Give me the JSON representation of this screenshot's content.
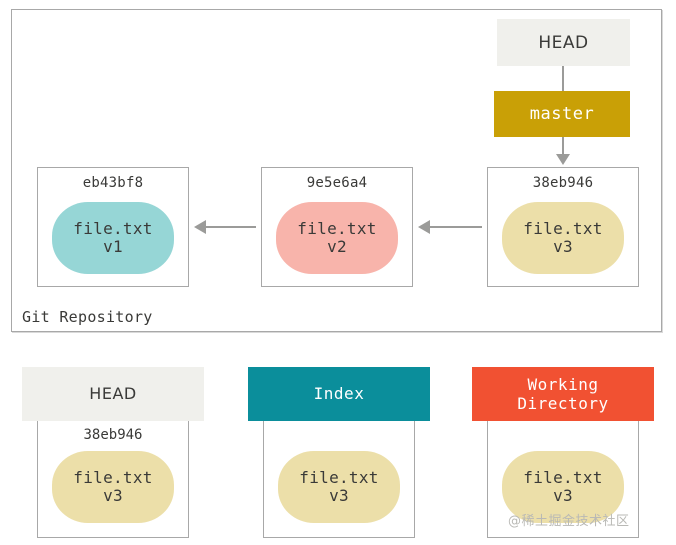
{
  "diagram": {
    "title": "Git Repository",
    "repository": {
      "label": "Git Repository",
      "head_pointer": {
        "label": "HEAD",
        "background": "#f0f0ec",
        "text_color": "#3a3a38"
      },
      "branch": {
        "label": "master",
        "background": "#c9a006",
        "text_color": "#ffffff"
      },
      "commits": [
        {
          "sha": "eb43bf8",
          "file": "file.txt",
          "version": "v1",
          "blob_color": "#96d6d6"
        },
        {
          "sha": "9e5e6a4",
          "file": "file.txt",
          "version": "v2",
          "blob_color": "#f8b4ab"
        },
        {
          "sha": "38eb946",
          "file": "file.txt",
          "version": "v3",
          "blob_color": "#ecdfa9"
        }
      ]
    },
    "areas": [
      {
        "name": "HEAD",
        "header_background": "#f0f0ec",
        "header_text_color": "#3a3a38",
        "sha": "38eb946",
        "file": "file.txt",
        "version": "v3",
        "blob_color": "#ecdfa9"
      },
      {
        "name": "Index",
        "header_background": "#0b8e9b",
        "header_text_color": "#ffffff",
        "sha": "",
        "file": "file.txt",
        "version": "v3",
        "blob_color": "#ecdfa9"
      },
      {
        "name_line1": "Working",
        "name_line2": "Directory",
        "header_background": "#f15132",
        "header_text_color": "#ffffff",
        "sha": "",
        "file": "file.txt",
        "version": "v3",
        "blob_color": "#ecdfa9"
      }
    ],
    "watermark": "@稀土掘金技术社区"
  }
}
